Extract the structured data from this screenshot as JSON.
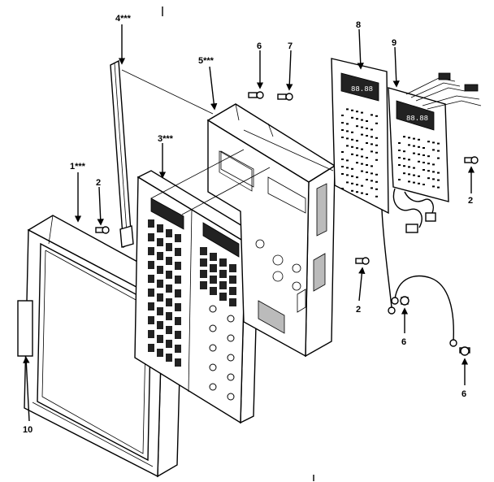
{
  "callouts": {
    "c1": "1***",
    "c2a": "2",
    "c2b": "2",
    "c2c": "2",
    "c3": "3***",
    "c4": "4***",
    "c5": "5***",
    "c6a": "6",
    "c6b": "6",
    "c6c": "6",
    "c7": "7",
    "c8": "8",
    "c9": "9",
    "c10": "10"
  },
  "displays": {
    "readout_a": "88.88",
    "readout_b": "88.88"
  },
  "colors": {
    "ink": "#000000",
    "paper": "#ffffff"
  }
}
